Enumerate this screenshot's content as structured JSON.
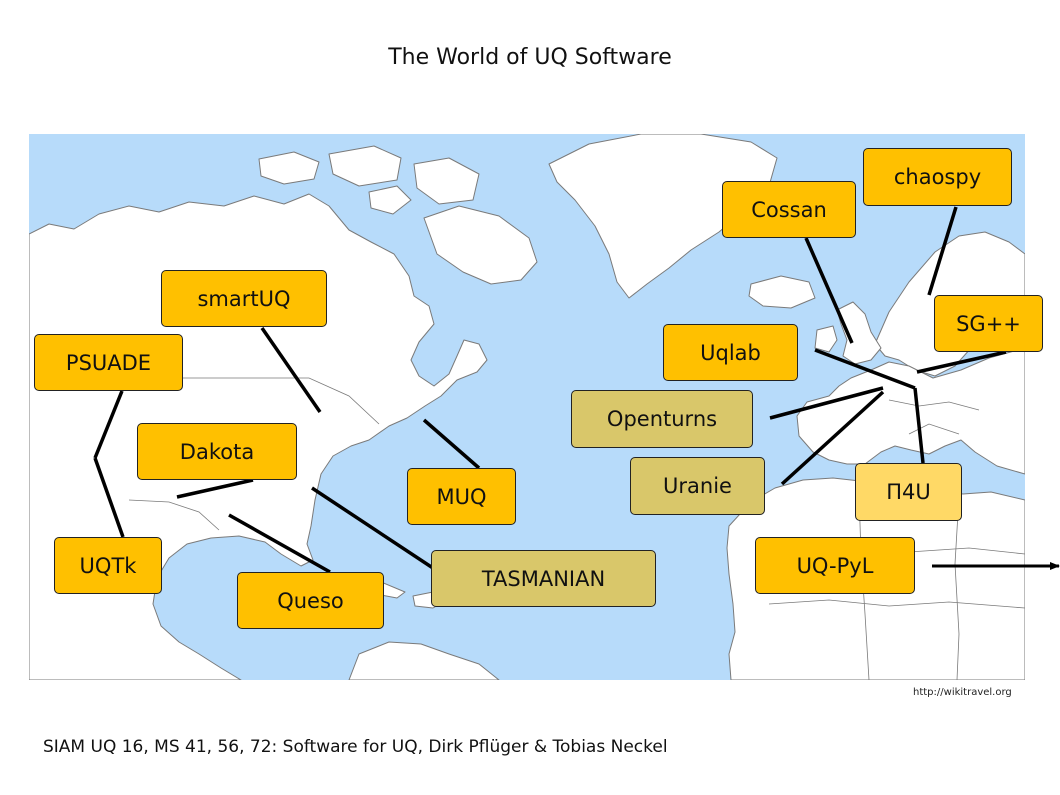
{
  "slide": {
    "title": "The World of UQ Software",
    "footer": "SIAM UQ 16, MS 41, 56, 72: Software for UQ, Dirk Pflüger & Tobias Neckel",
    "credit": "http://wikitravel.org"
  },
  "colors": {
    "ocean": "#b7dbfa",
    "land": "#ffffff",
    "border": "#7a7a7a",
    "box_orange": "#ffc000",
    "box_khaki": "#d9c76a",
    "box_light": "#ffd966",
    "connector": "#000000"
  },
  "labels": [
    {
      "id": "chaospy",
      "text": "chaospy",
      "style": "orange"
    },
    {
      "id": "cossan",
      "text": "Cossan",
      "style": "orange"
    },
    {
      "id": "smartuq",
      "text": "smartUQ",
      "style": "orange"
    },
    {
      "id": "psuade",
      "text": "PSUADE",
      "style": "orange"
    },
    {
      "id": "sgpp",
      "text": "SG++",
      "style": "orange"
    },
    {
      "id": "uqlab",
      "text": "Uqlab",
      "style": "orange"
    },
    {
      "id": "openturns",
      "text": "Openturns",
      "style": "khaki"
    },
    {
      "id": "dakota",
      "text": "Dakota",
      "style": "orange"
    },
    {
      "id": "muq",
      "text": "MUQ",
      "style": "orange"
    },
    {
      "id": "uranie",
      "text": "Uranie",
      "style": "khaki"
    },
    {
      "id": "pi4u",
      "text": "Π4U",
      "style": "light"
    },
    {
      "id": "uqtk",
      "text": "UQTk",
      "style": "orange"
    },
    {
      "id": "tasmanian",
      "text": "TASMANIAN",
      "style": "khaki"
    },
    {
      "id": "uqpyl",
      "text": "UQ-PyL",
      "style": "orange"
    },
    {
      "id": "queso",
      "text": "Queso",
      "style": "orange"
    }
  ]
}
